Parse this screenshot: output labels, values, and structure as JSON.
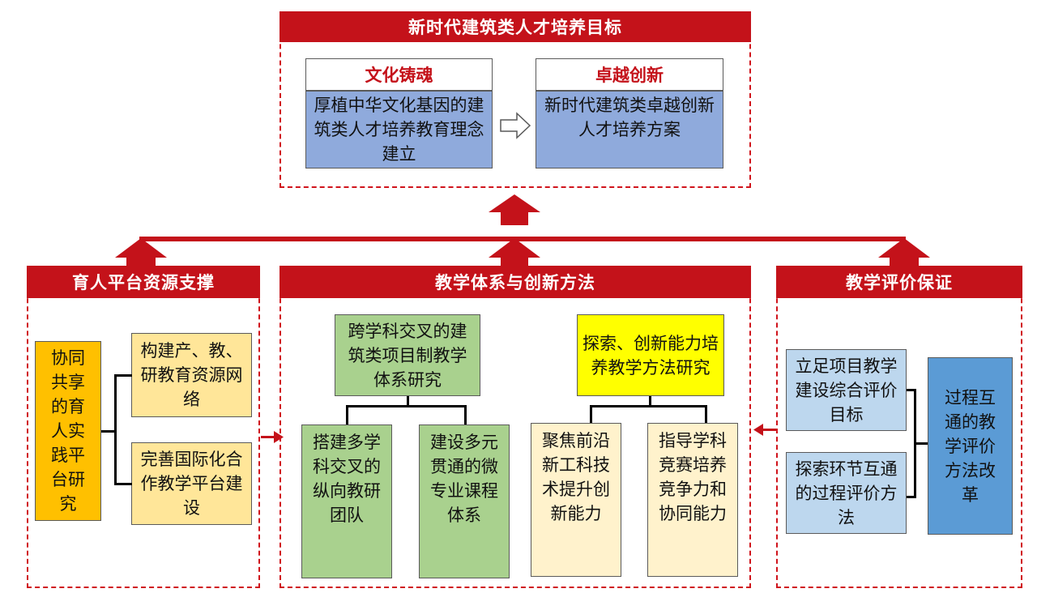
{
  "top": {
    "title": "新时代建筑类人才培养目标",
    "left": {
      "head": "文化铸魂",
      "body": "厚植中华文化基因的建筑类人才培养教育理念建立"
    },
    "right": {
      "head": "卓越创新",
      "body": "新时代建筑类卓越创新人才培养方案"
    }
  },
  "left_panel": {
    "title": "育人平台资源支撑",
    "main": "协同共享的育人实践平台研究",
    "items": [
      "构建产、教、研教育资源网络",
      "完善国际化合作教学平台建设"
    ]
  },
  "center_panel": {
    "title": "教学体系与创新方法",
    "left_group": {
      "head": "跨学科交叉的建筑类项目制教学体系研究",
      "items": [
        "搭建多学科交叉的纵向教研团队",
        "建设多元贯通的微专业课程体系"
      ]
    },
    "right_group": {
      "head": "探索、创新能力培养教学方法研究",
      "items": [
        "聚焦前沿新工科技术提升创新能力",
        "指导学科竞赛培养竞争力和协同能力"
      ]
    }
  },
  "right_panel": {
    "title": "教学评价保证",
    "items": [
      "立足项目教学建设综合评价目标",
      "探索环节互通的过程评价方法"
    ],
    "main": "过程互通的教学评价方法改革"
  },
  "colors": {
    "accent_red": "#c4121a",
    "blue": "#8faadc",
    "green": "#a9d18e",
    "yellow": "#ffff00",
    "cream": "#fff2cc",
    "orange": "#ffc000",
    "light_blue": "#bdd7ee",
    "mid_blue": "#5b9bd5"
  }
}
